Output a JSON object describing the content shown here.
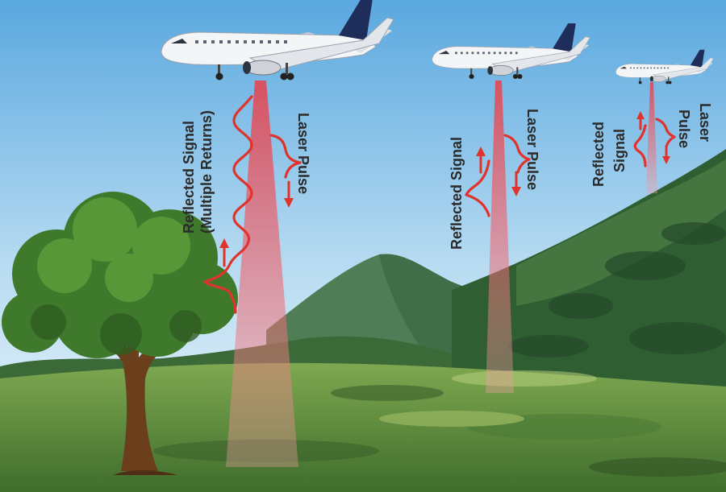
{
  "colors": {
    "sky_top": "#5aa8df",
    "sky_bottom": "#e9f3fa",
    "laser": "#e8404a",
    "signal": "#e0332b",
    "grass": "#6e9a45",
    "forest": "#2f5e33",
    "text": "#2b2b2b"
  },
  "icons": [
    "airplane-icon",
    "tree-icon",
    "mountain-icon"
  ],
  "labels": {
    "plane1_reflected_line1": "Reflected Signal",
    "plane1_reflected_line2": "(Multiple Returns)",
    "plane1_laser": "Laser Pulse",
    "plane2_reflected": "Reflected Signal",
    "plane2_laser": "Laser Pulse",
    "plane3_reflected_line1": "Reflected",
    "plane3_reflected_line2": "Signal",
    "plane3_laser_line1": "Laser",
    "plane3_laser_line2": "Pulse"
  }
}
